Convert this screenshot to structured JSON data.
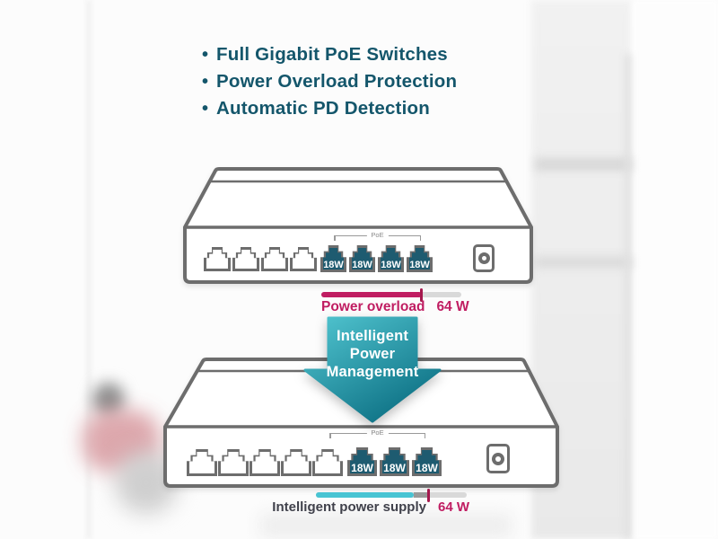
{
  "colors": {
    "teal-text": "#14566b",
    "port-teal": "#1e5b70",
    "outline": "#6d6d6d",
    "track": "#d9d9d9",
    "magenta": "#c01d62",
    "magenta-dark": "#a5184d",
    "bar-teal": "#48c4d3",
    "reserve-gray": "#9a9a9a",
    "label-gray": "#40414b",
    "arrow-light": "#52c6d1",
    "arrow-dark": "#0b6e82"
  },
  "bullets": {
    "items": [
      {
        "label": "Full Gigabit PoE Switches"
      },
      {
        "label": "Power Overload Protection"
      },
      {
        "label": "Automatic PD Detection"
      }
    ]
  },
  "arrow": {
    "lines": [
      "Intelligent",
      "Power",
      "Management"
    ]
  },
  "switch_top": {
    "poe_label": "PoE",
    "ports": [
      {
        "type": "rj45"
      },
      {
        "type": "rj45"
      },
      {
        "type": "rj45"
      },
      {
        "type": "rj45"
      },
      {
        "type": "poe",
        "label": "18W"
      },
      {
        "type": "poe",
        "label": "18W"
      },
      {
        "type": "poe",
        "label": "18W"
      },
      {
        "type": "poe",
        "label": "18W"
      }
    ],
    "bar": {
      "label": "Power overload",
      "value": "64 W",
      "fill_percent": 72,
      "marker_percent": 70.5
    }
  },
  "switch_bottom": {
    "poe_label": "PoE",
    "ports": [
      {
        "type": "rj45"
      },
      {
        "type": "rj45"
      },
      {
        "type": "rj45"
      },
      {
        "type": "rj45"
      },
      {
        "type": "rj45"
      },
      {
        "type": "poe",
        "label": "18W"
      },
      {
        "type": "poe",
        "label": "18W"
      },
      {
        "type": "poe",
        "label": "18W"
      }
    ],
    "bar": {
      "label": "Intelligent power supply",
      "value": "64 W",
      "fill_percent": 65,
      "reserve_percent": 10,
      "marker_percent": 73.8
    }
  }
}
